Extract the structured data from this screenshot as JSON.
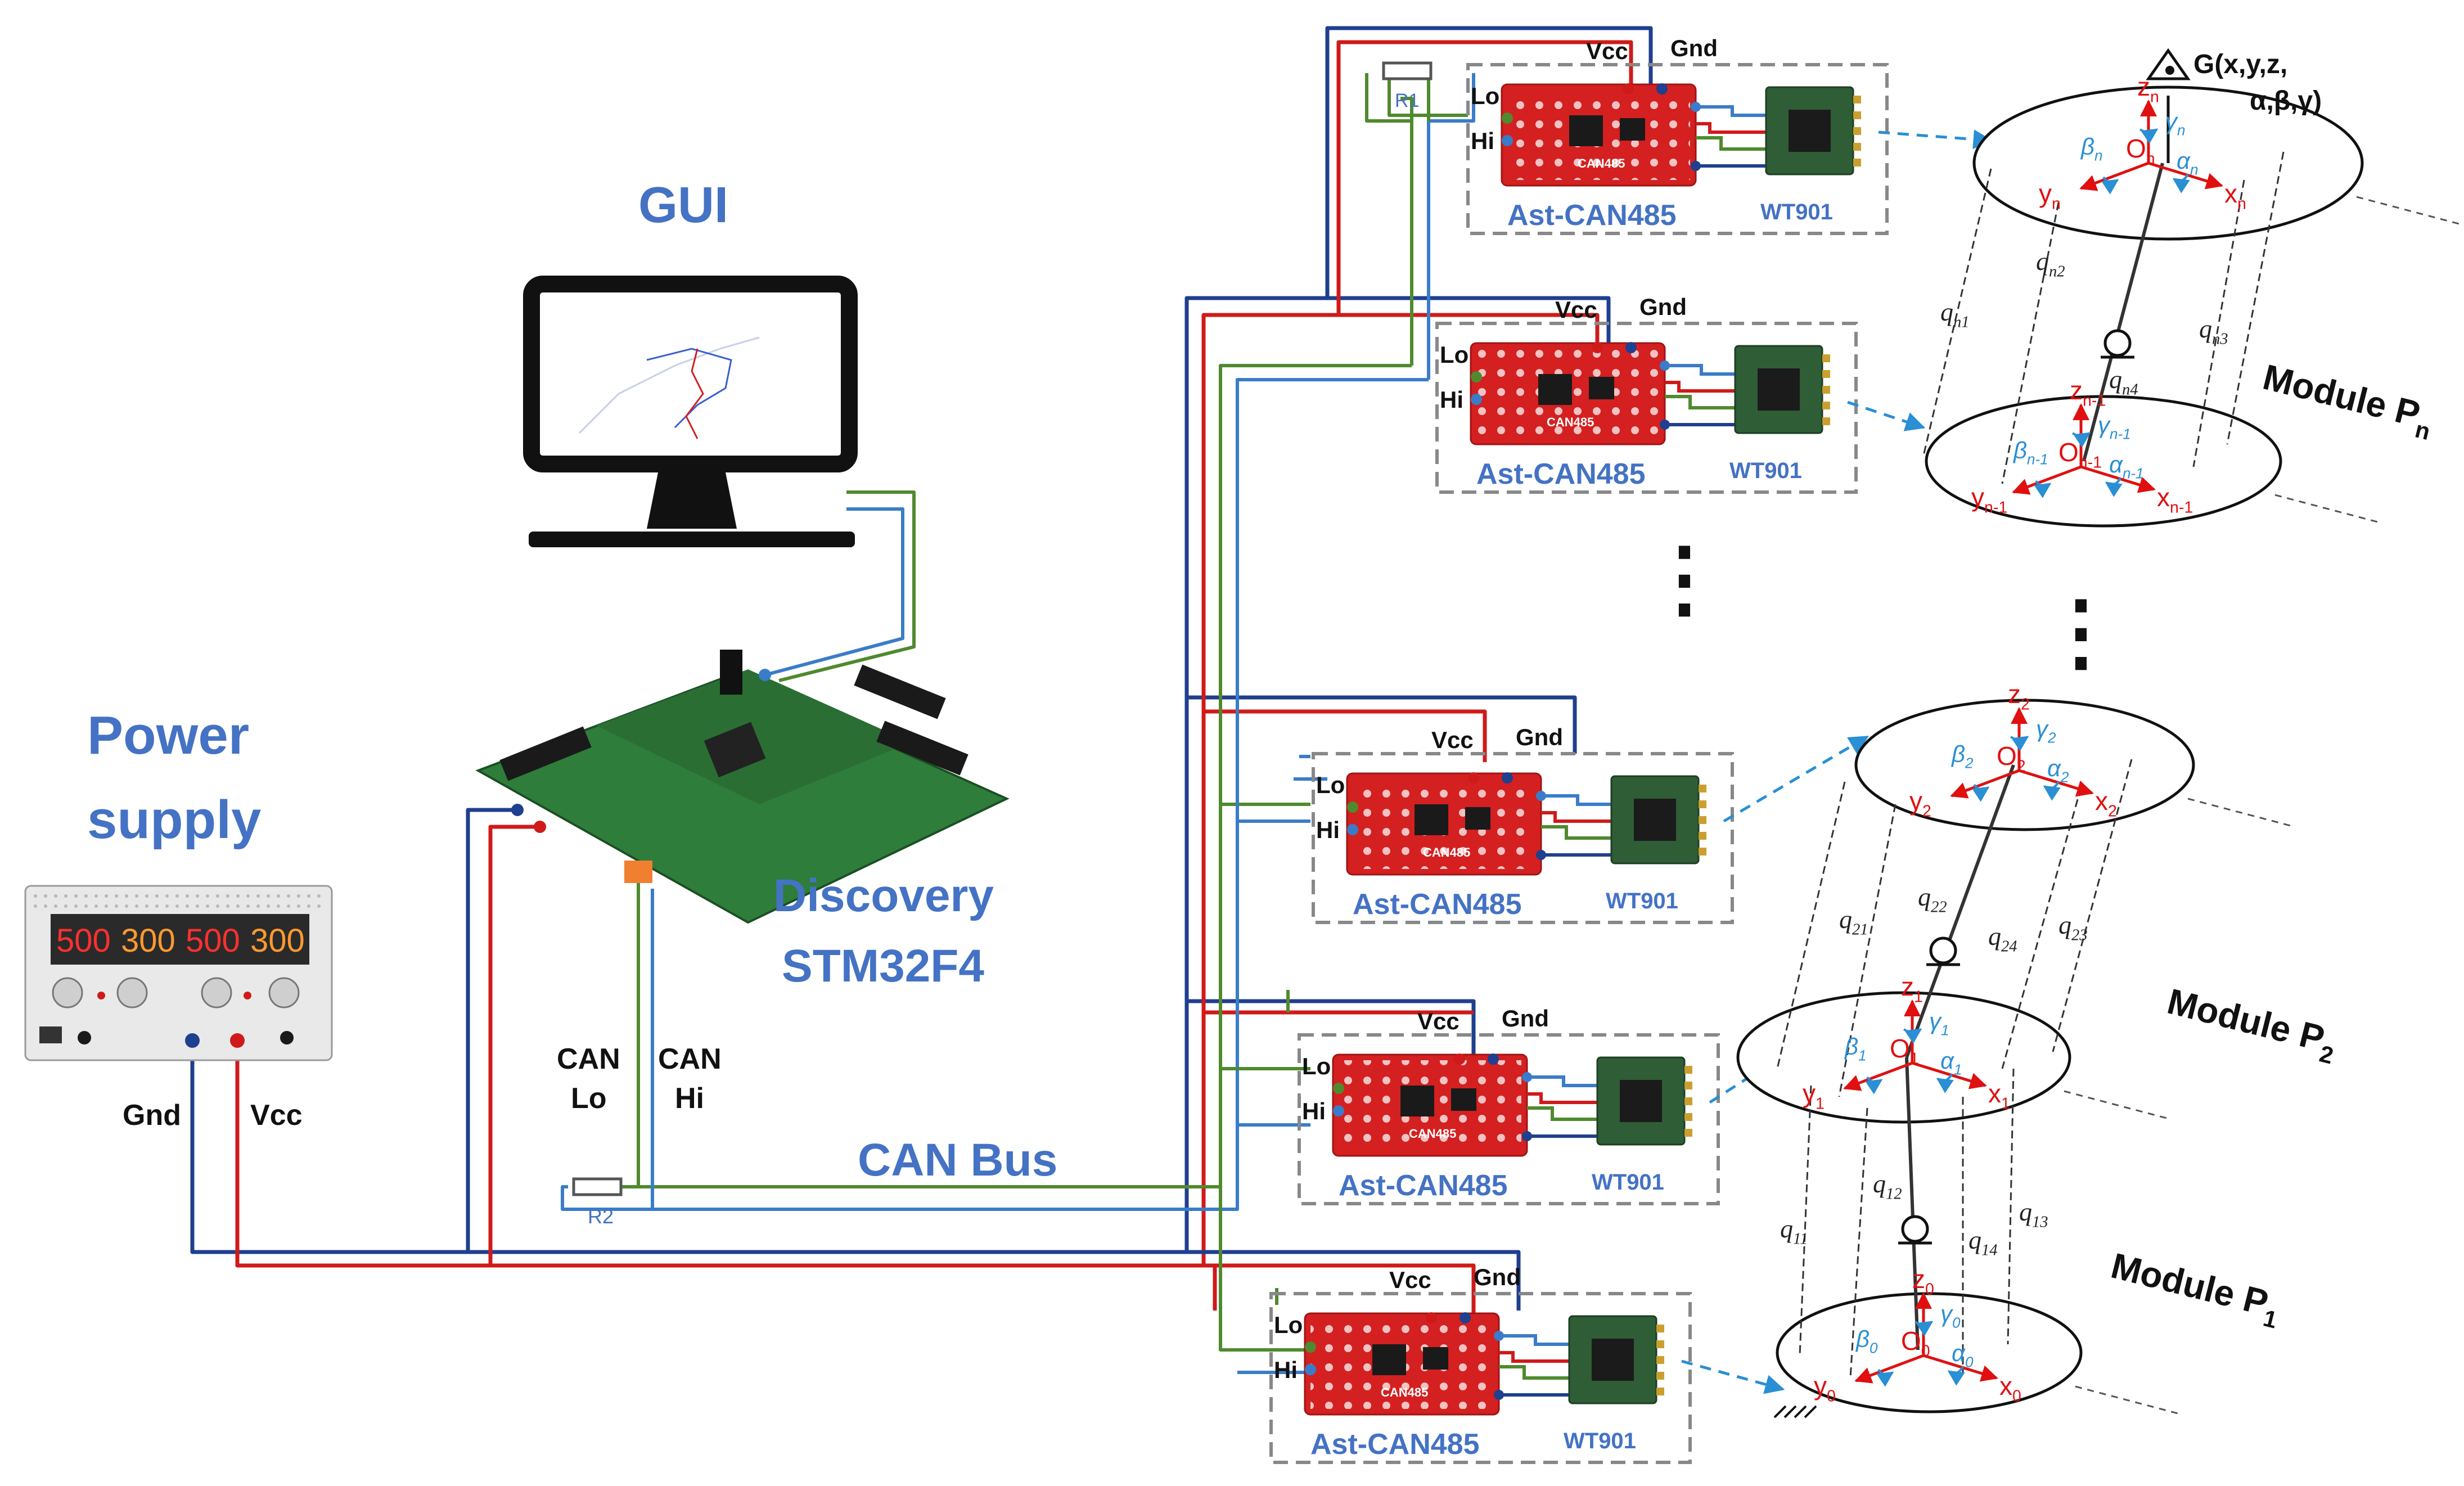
{
  "colors": {
    "blue_label": "#4472c4",
    "wire_blue": "#1f3f8f",
    "wire_red": "#d01a1a",
    "wire_green": "#4f8a2e",
    "wire_lightblue": "#3a7cc9",
    "board_red": "#d42020",
    "imu_green": "#2f5d36",
    "frame_red": "#e01010",
    "angle_cyan": "#2a8fd4"
  },
  "labels": {
    "gui": "GUI",
    "power_line1": "Power",
    "power_line2": "supply",
    "discovery_line1": "Discovery",
    "discovery_line2": "STM32F4",
    "can_bus": "CAN Bus",
    "can_lo_line1": "CAN",
    "can_lo_line2": "Lo",
    "can_hi_line1": "CAN",
    "can_hi_line2": "Hi",
    "gnd": "Gnd",
    "vcc": "Vcc",
    "r1": "R1",
    "r2": "R2",
    "lo": "Lo",
    "hi": "Hi",
    "board": "Ast-CAN485",
    "board_silk": "CAN485",
    "imu": "WT901",
    "dots": "⋮",
    "psu_displays": [
      "500",
      "300",
      "500",
      "300"
    ],
    "target_pose": "G(x,y,z,",
    "target_pose2": "α,β,γ)"
  },
  "modules": [
    {
      "name": "Module P",
      "sub": "n"
    },
    {
      "name": "Module P",
      "sub": "2"
    },
    {
      "name": "Module P",
      "sub": "1"
    }
  ],
  "frames": [
    {
      "z": "z",
      "zs": "n",
      "y": "y",
      "ys": "n",
      "x": "x",
      "xs": "n",
      "o": "O",
      "os": "n",
      "a": "α",
      "as": "n",
      "b": "β",
      "bs": "n",
      "g": "γ",
      "gs": "n"
    },
    {
      "z": "z",
      "zs": "n-1",
      "y": "y",
      "ys": "n-1",
      "x": "x",
      "xs": "n-1",
      "o": "O",
      "os": "n-1",
      "a": "α",
      "as": "n-1",
      "b": "β",
      "bs": "n-1",
      "g": "γ",
      "gs": "n-1"
    },
    {
      "z": "z",
      "zs": "2",
      "y": "y",
      "ys": "2",
      "x": "x",
      "xs": "2",
      "o": "O",
      "os": "2",
      "a": "α",
      "as": "2",
      "b": "β",
      "bs": "2",
      "g": "γ",
      "gs": "2"
    },
    {
      "z": "z",
      "zs": "1",
      "y": "y",
      "ys": "1",
      "x": "x",
      "xs": "1",
      "o": "O",
      "os": "1",
      "a": "α",
      "as": "1",
      "b": "β",
      "bs": "1",
      "g": "γ",
      "gs": "1"
    },
    {
      "z": "z",
      "zs": "0",
      "y": "y",
      "ys": "0",
      "x": "x",
      "xs": "0",
      "o": "O",
      "os": "0",
      "a": "α",
      "as": "0",
      "b": "β",
      "bs": "0",
      "g": "γ",
      "gs": "0"
    }
  ],
  "legs": {
    "pn": [
      {
        "q": "q",
        "s": "n1"
      },
      {
        "q": "q",
        "s": "n2"
      },
      {
        "q": "q",
        "s": "n3"
      },
      {
        "q": "q",
        "s": "n4"
      }
    ],
    "p2": [
      {
        "q": "q",
        "s": "21"
      },
      {
        "q": "q",
        "s": "22"
      },
      {
        "q": "q",
        "s": "23"
      },
      {
        "q": "q",
        "s": "24"
      }
    ],
    "p1": [
      {
        "q": "q",
        "s": "11"
      },
      {
        "q": "q",
        "s": "12"
      },
      {
        "q": "q",
        "s": "13"
      },
      {
        "q": "q",
        "s": "14"
      }
    ]
  }
}
